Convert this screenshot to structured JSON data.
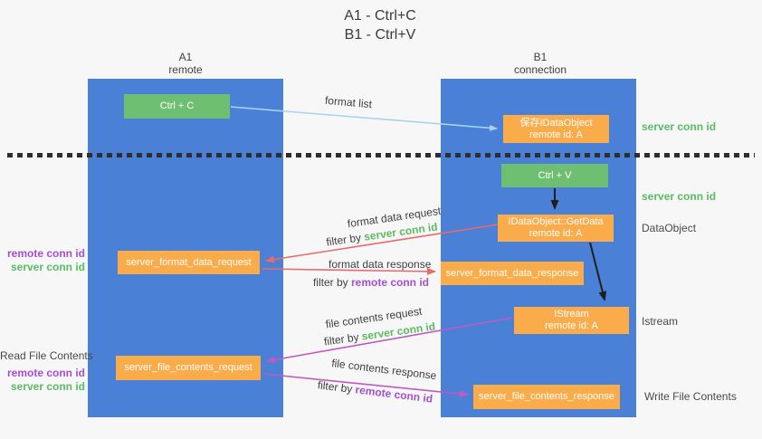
{
  "title": {
    "line1": "A1 - Ctrl+C",
    "line2": "B1 - Ctrl+V"
  },
  "columns": {
    "left": {
      "id": "A1",
      "subtitle": "remote"
    },
    "right": {
      "id": "B1",
      "subtitle": "connection"
    }
  },
  "nodes": {
    "ctrl_c": "Ctrl + C",
    "ctrl_v": "Ctrl + V",
    "save_dataobject": {
      "line1": "保存IDataObject",
      "line2": "remote id: A"
    },
    "getdata": {
      "line1": "IDataObject::GetData",
      "line2": "remote id: A"
    },
    "istream": {
      "line1": "IStream",
      "line2": "remote id: A"
    },
    "format_request": "server_format_data_request",
    "format_response": "server_format_data_response",
    "file_request": "server_file_contents_request",
    "file_response": "server_file_contents_response"
  },
  "arrow_labels": {
    "format_list": "format list",
    "format_data_request": "format data request",
    "format_data_response": "format data response",
    "file_contents_request": "file contents request",
    "file_contents_response": "file contents response",
    "filter_by": "filter by",
    "server_conn_id": "server conn id",
    "remote_conn_id": "remote conn id"
  },
  "side_labels": {
    "right_server_conn_id_top": "server conn id",
    "right_server_conn_id_mid": "server conn id",
    "right_dataobject": "DataObject",
    "right_istream": "Istream",
    "right_write_file": "Write File Contents",
    "left_remote_conn_id_top": "remote conn id",
    "left_server_conn_id_top": "server conn id",
    "left_read_file": "Read File Contents",
    "left_remote_conn_id_bottom": "remote conn id",
    "left_server_conn_id_bottom": "server conn id"
  },
  "colors": {
    "column_blue": "#4a80d6",
    "box_green": "#6fbf73",
    "box_orange": "#fbac4a",
    "text_green": "#5cba62",
    "text_purple": "#a54fd0",
    "arrow_red": "#e96a6a",
    "arrow_magenta": "#c05ac2",
    "arrow_lightblue": "#a9d3ee",
    "arrow_black": "#1f1f1f"
  }
}
